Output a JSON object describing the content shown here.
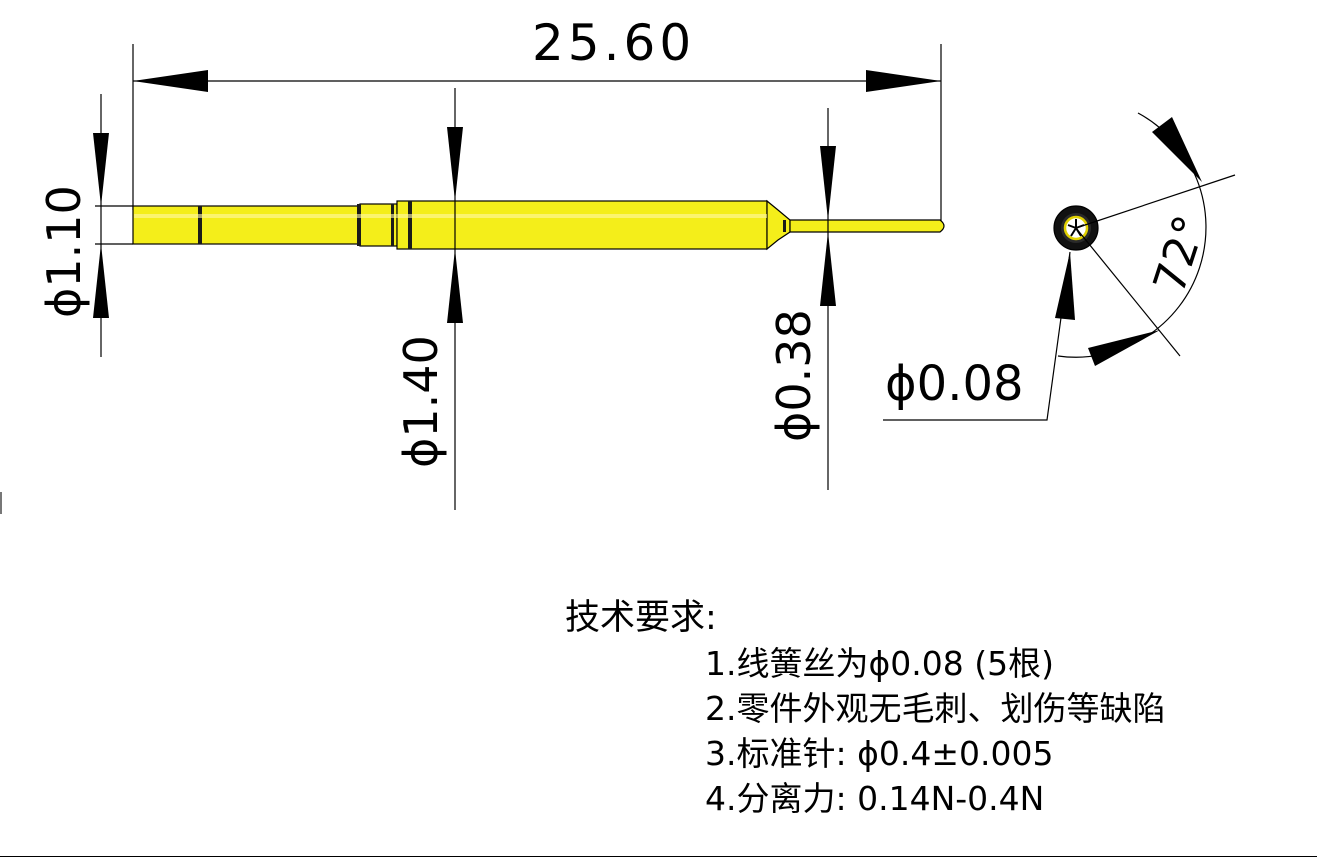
{
  "dimensions": {
    "length": "25.60",
    "dia_left": "ϕ1.10",
    "dia_body": "ϕ1.40",
    "dia_tip": "ϕ0.38",
    "wire_dia": "ϕ0.08",
    "angle": "72°"
  },
  "notes": {
    "title": "技术要求:",
    "items": [
      "1.线簧丝为ϕ0.08 (5根)",
      "2.零件外观无毛刺、划伤等缺陷",
      "3.标准针: ϕ0.4±0.005",
      "4.分离力: 0.14N-0.4N"
    ]
  },
  "colors": {
    "part_fill": "#f4ee1a",
    "line": "#000000"
  }
}
